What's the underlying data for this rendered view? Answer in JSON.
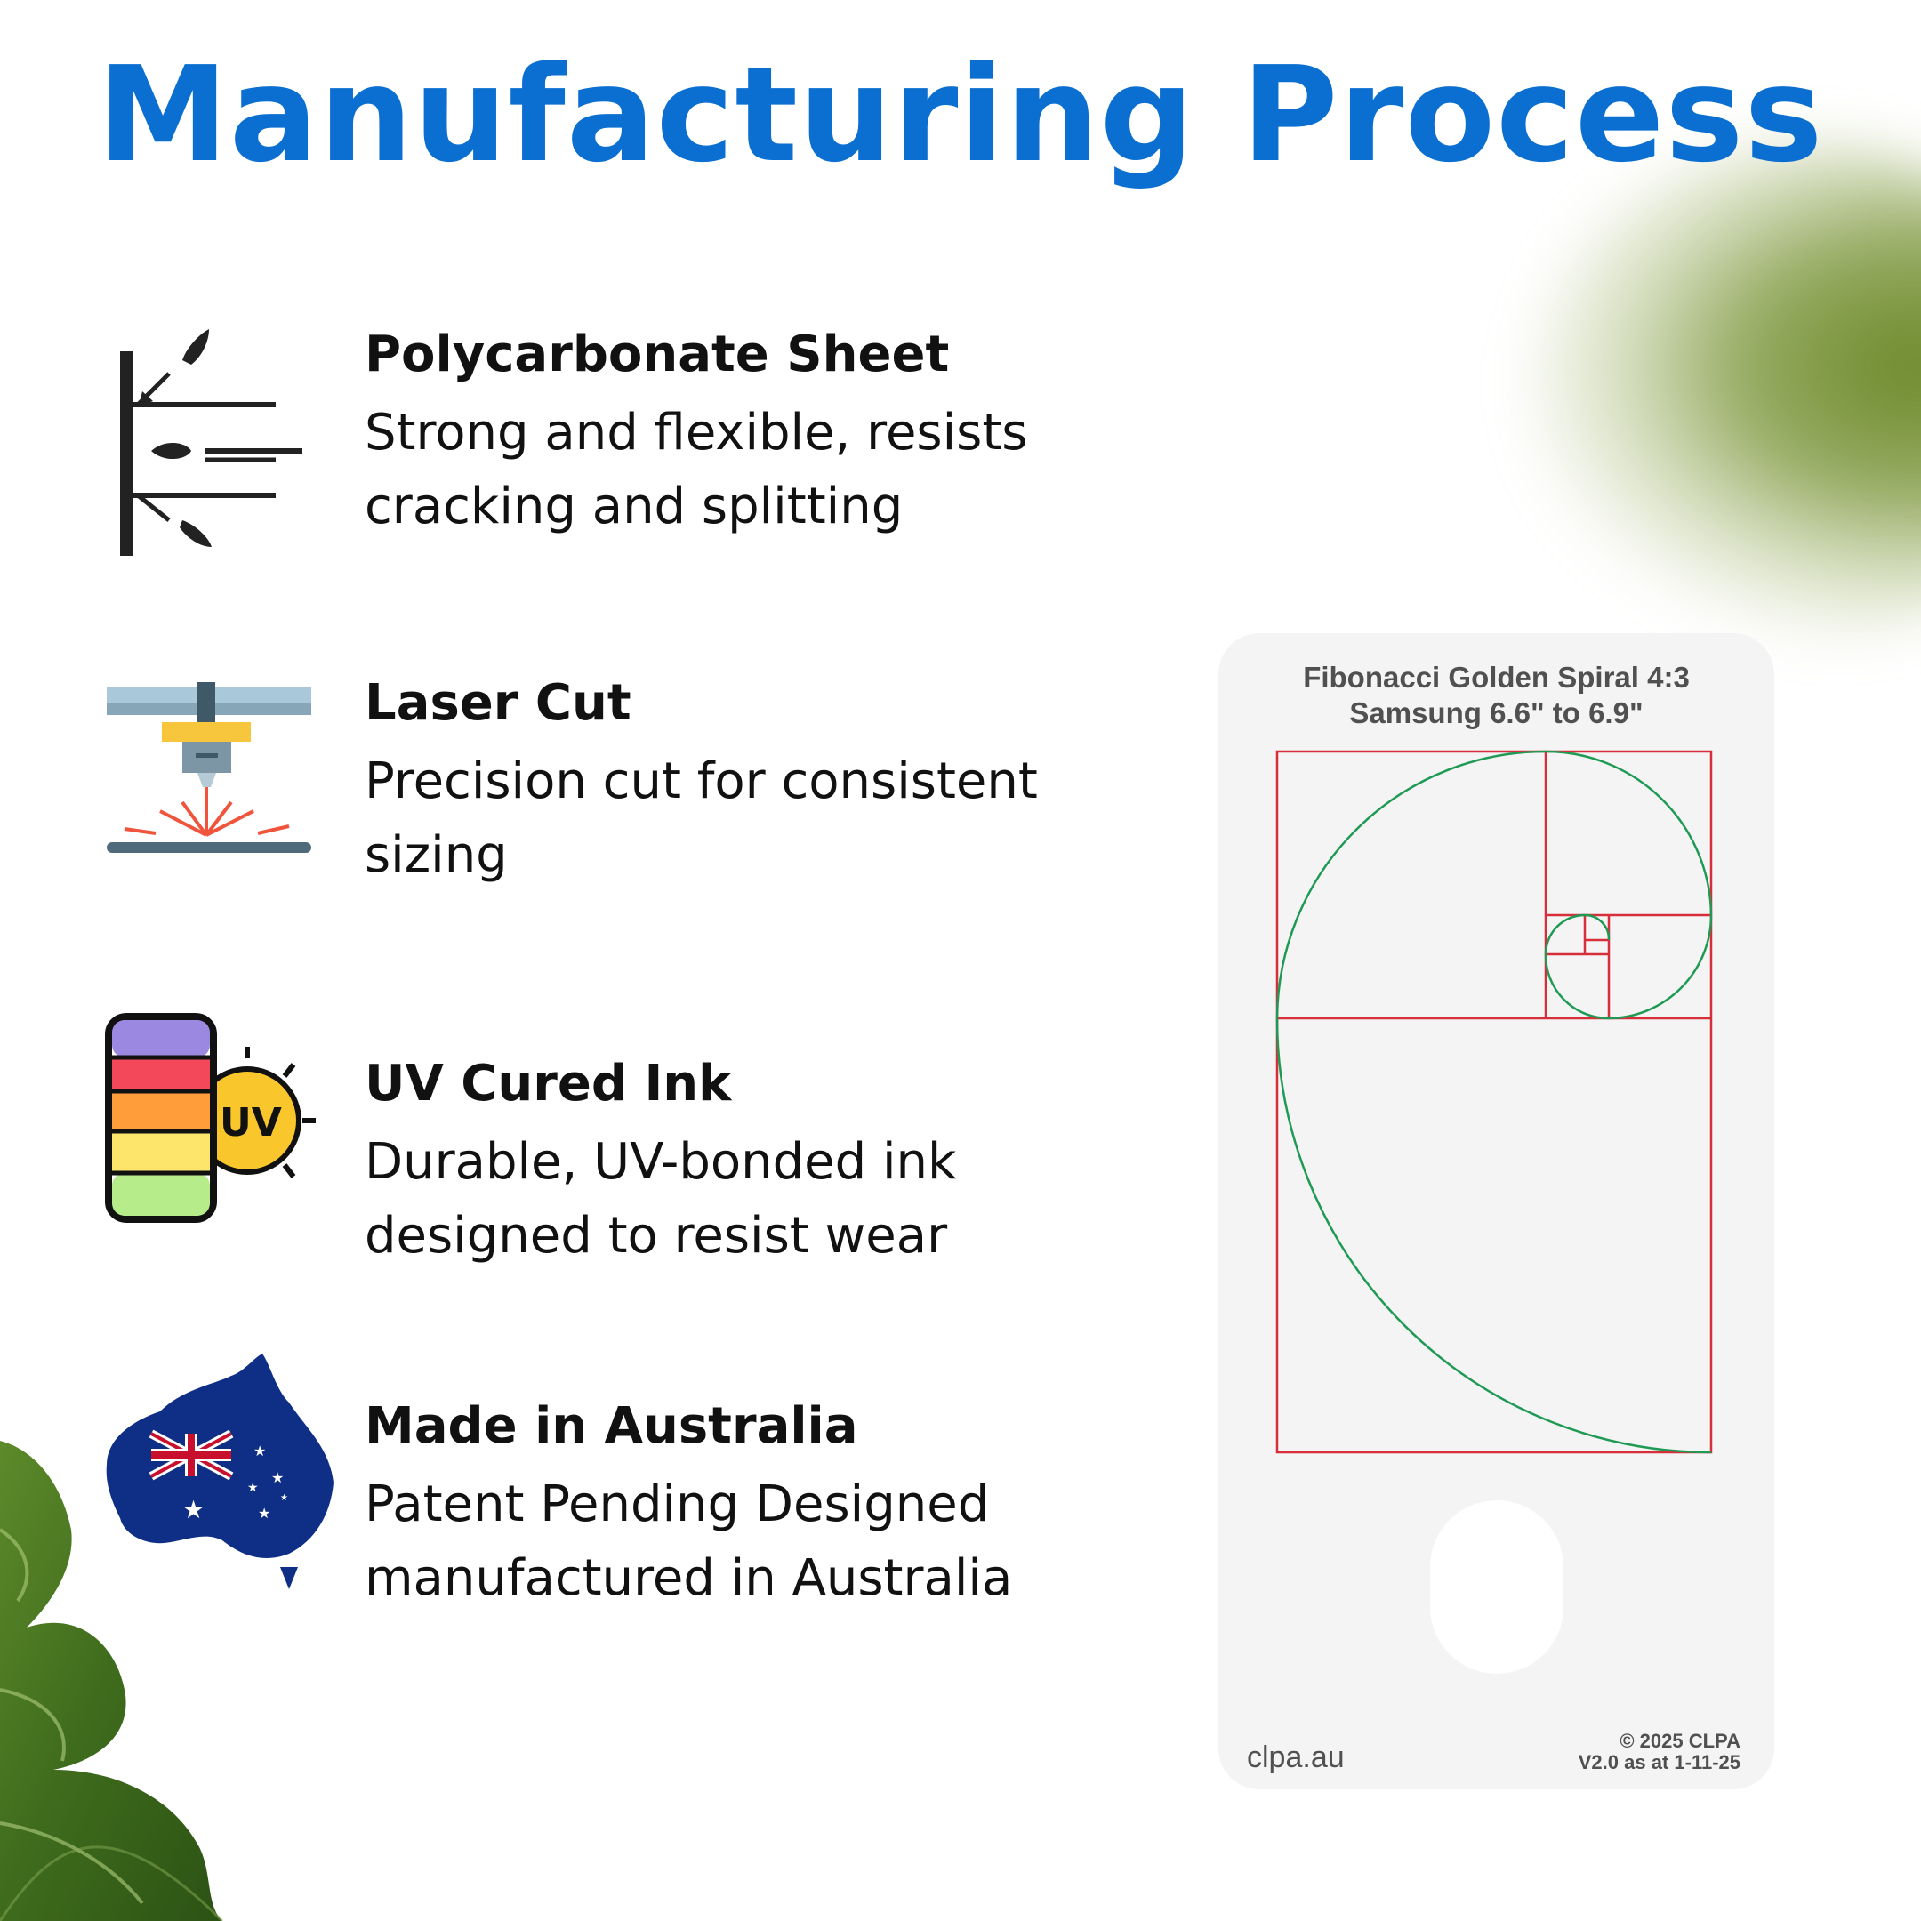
{
  "title": "Manufacturing Process",
  "features": [
    {
      "icon": "polycarbonate-deflect-icon",
      "heading": "Polycarbonate Sheet",
      "description": "Strong and flexible, resists cracking and splitting"
    },
    {
      "icon": "laser-cutter-icon",
      "heading": "Laser Cut",
      "description": "Precision cut for consistent sizing"
    },
    {
      "icon": "uv-ink-icon",
      "heading": "UV Cured Ink",
      "description": "Durable, UV-bonded ink designed to resist wear"
    },
    {
      "icon": "australia-map-icon",
      "heading": "Made in Australia",
      "description": "Patent Pending Designed manufactured in Australia"
    }
  ],
  "card": {
    "title_line1": "Fibonacci Golden Spiral 4:3",
    "title_line2": "Samsung 6.6\" to 6.9\"",
    "url": "clpa.au",
    "copyright": "© 2025 CLPA",
    "version": "V2.0 as at 1-11-25",
    "grid_color": "#d62f3a",
    "spiral_color": "#1f9a55"
  },
  "colors": {
    "title": "#0a6fd1",
    "card_bg": "#f4f4f4"
  }
}
